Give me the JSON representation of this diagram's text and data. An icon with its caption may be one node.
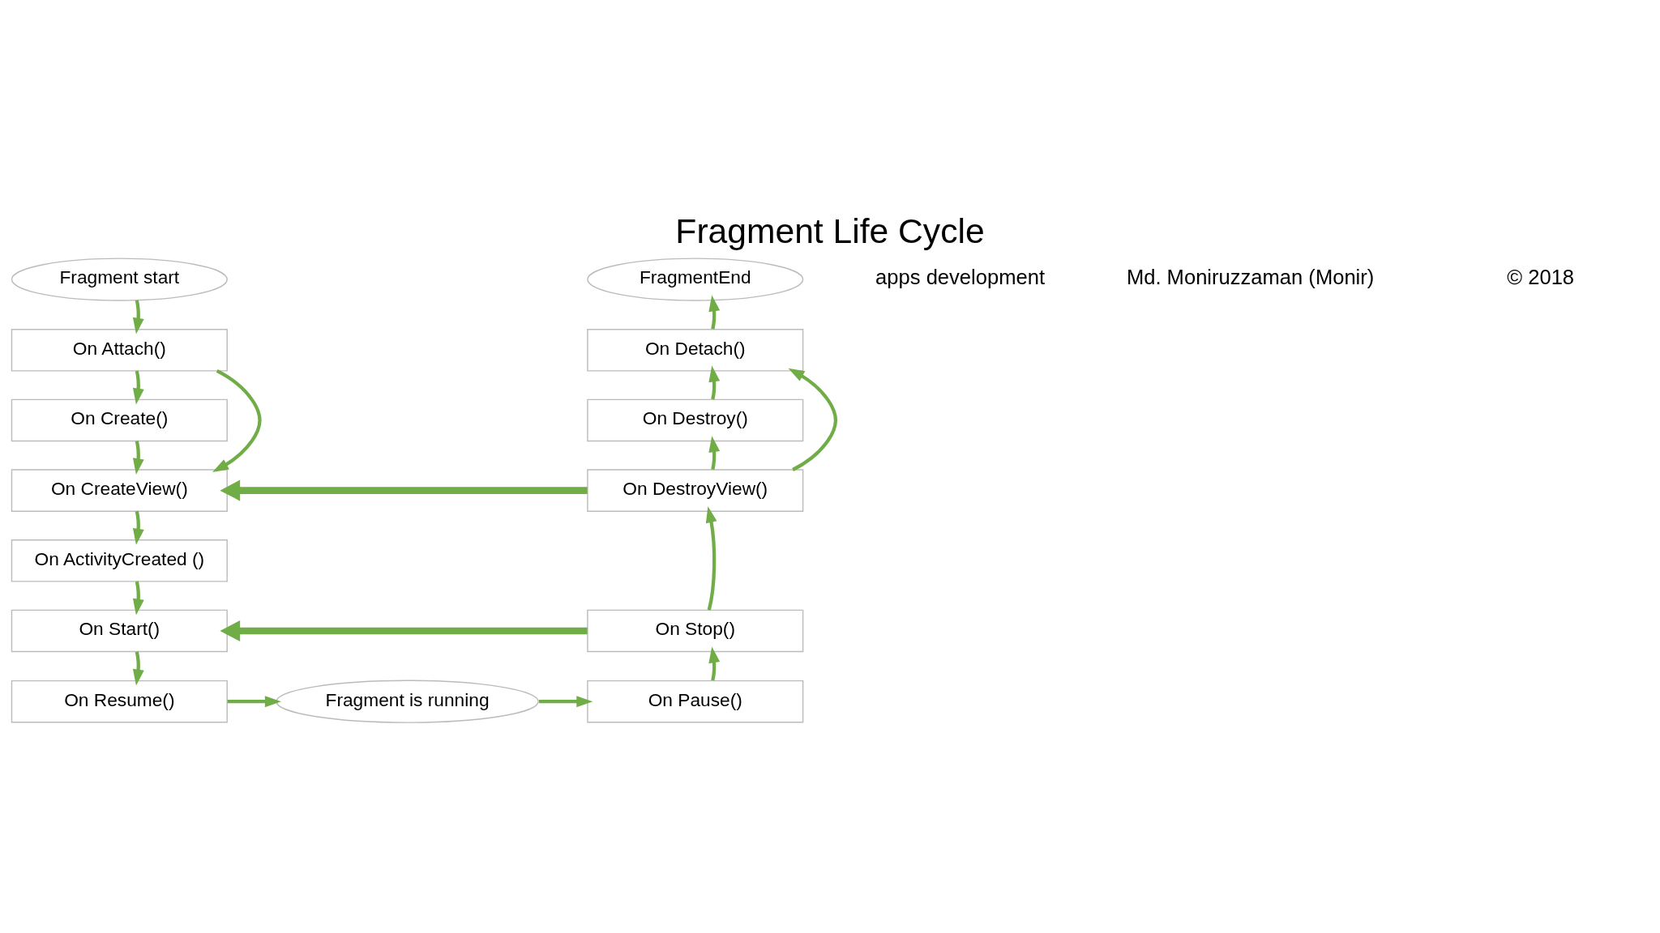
{
  "diagram": {
    "title": "Fragment Life Cycle",
    "nodes": [
      {
        "text": [
          "Fragment start"
        ]
      },
      {
        "text": [
          "On Attach()"
        ]
      },
      {
        "text": [
          "On Create()"
        ]
      },
      {
        "text": [
          "On CreateView()"
        ]
      },
      {
        "text": [
          "On ActivityCreated ()"
        ]
      },
      {
        "text": [
          "On Start()"
        ]
      },
      {
        "text": [
          "On Resume()"
        ]
      },
      {
        "text": [
          "Fragment is running"
        ]
      },
      {
        "text": [
          "FragmentEnd"
        ]
      },
      {
        "text": [
          "On Detach()"
        ]
      },
      {
        "text": [
          "On Destroy()"
        ]
      },
      {
        "text": [
          "On DestroyView()"
        ]
      },
      {
        "text": [
          "On Stop()"
        ]
      },
      {
        "text": [
          "On Pause()"
        ]
      }
    ],
    "edges": [
      {
        "from": 0,
        "to": 1,
        "arrow": "to"
      },
      {
        "from": 1,
        "to": 2,
        "arrow": "to"
      },
      {
        "from": 2,
        "to": 3,
        "arrow": "to"
      },
      {
        "from": 3,
        "to": 4,
        "arrow": "to"
      },
      {
        "from": 4,
        "to": 5,
        "arrow": "to"
      },
      {
        "from": 5,
        "to": 6,
        "arrow": "to"
      },
      {
        "from": 6,
        "to": 7,
        "arrow": "to"
      },
      {
        "from": 7,
        "to": 13,
        "arrow": "to"
      },
      {
        "from": 13,
        "to": 12,
        "arrow": "to"
      },
      {
        "from": 12,
        "to": 11,
        "arrow": "to"
      },
      {
        "from": 11,
        "to": 10,
        "arrow": "to"
      },
      {
        "from": 10,
        "to": 9,
        "arrow": "to"
      },
      {
        "from": 9,
        "to": 8,
        "arrow": "to"
      },
      {
        "from": 1,
        "to": 3,
        "arrow": "to"
      },
      {
        "from": 11,
        "to": 3,
        "arrow": "to",
        "style": "thick"
      },
      {
        "from": 12,
        "to": 5,
        "arrow": "to",
        "style": "thick"
      },
      {
        "from": 11,
        "to": 9,
        "arrow": "to"
      }
    ],
    "labels": [
      "apps development",
      "Md. Moniruzzaman (Monir)",
      "© 2018"
    ]
  }
}
